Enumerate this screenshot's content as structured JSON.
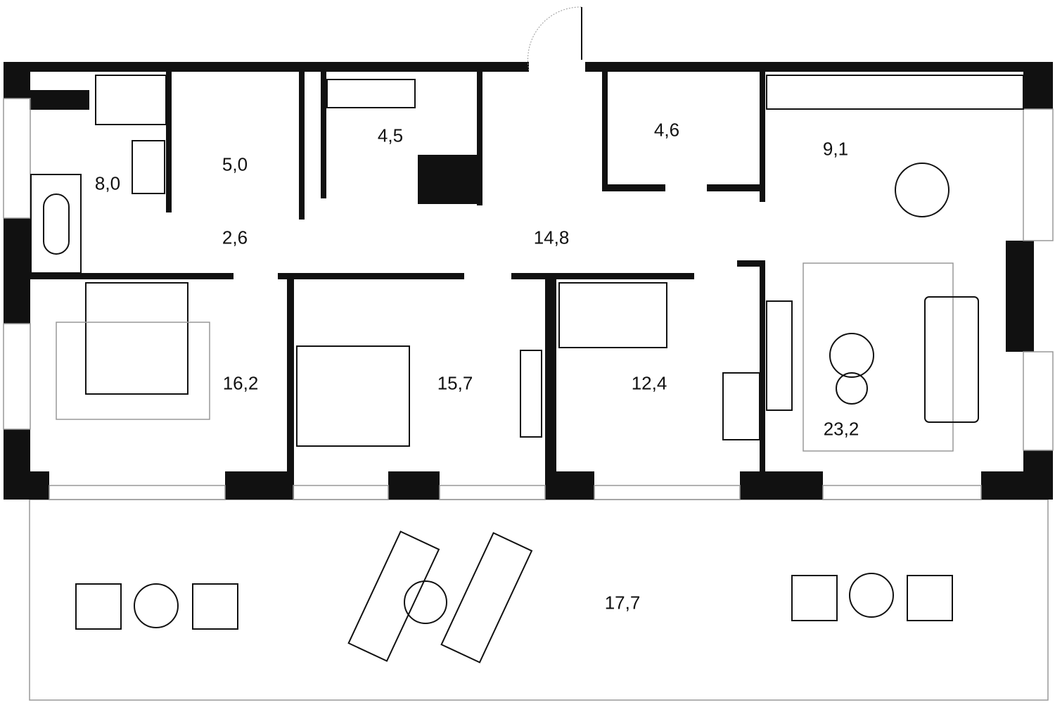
{
  "plan": {
    "rooms": [
      {
        "id": "bathroom-1",
        "area": "8,0"
      },
      {
        "id": "wardrobe-1",
        "area": "5,0"
      },
      {
        "id": "bathroom-2",
        "area": "4,5"
      },
      {
        "id": "wardrobe-2",
        "area": "4,6"
      },
      {
        "id": "kitchen",
        "area": "9,1"
      },
      {
        "id": "hall-small",
        "area": "2,6"
      },
      {
        "id": "corridor",
        "area": "14,8"
      },
      {
        "id": "bedroom-1",
        "area": "16,2"
      },
      {
        "id": "bedroom-2",
        "area": "15,7"
      },
      {
        "id": "bedroom-3",
        "area": "12,4"
      },
      {
        "id": "living-room",
        "area": "23,2"
      },
      {
        "id": "terrace",
        "area": "17,7"
      }
    ],
    "colors": {
      "wall": "#111111",
      "furniture": "#999999"
    }
  }
}
